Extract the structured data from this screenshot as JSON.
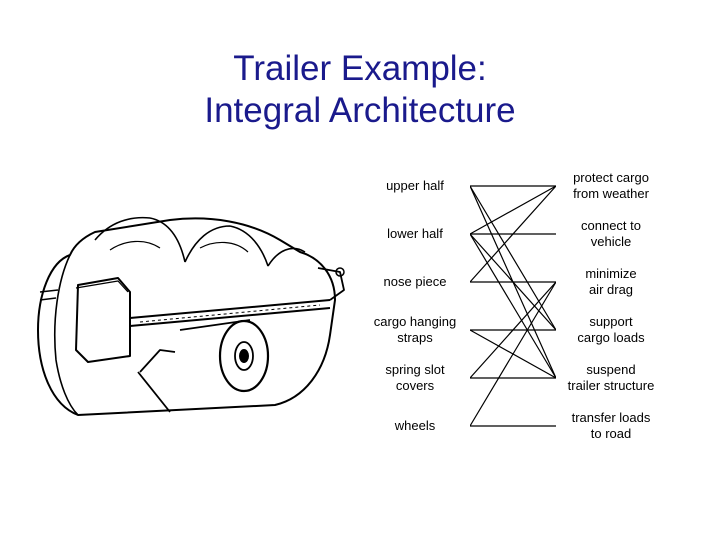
{
  "title": {
    "line1": "Trailer Example:",
    "line2": "Integral Architecture"
  },
  "components": [
    "upper half",
    "lower half",
    "nose piece",
    "cargo hanging\nstraps",
    "spring slot\ncovers",
    "wheels"
  ],
  "functions": [
    "protect cargo\nfrom weather",
    "connect to\nvehicle",
    "minimize\nair drag",
    "support\ncargo loads",
    "suspend\ntrailer structure",
    "transfer loads\nto road"
  ],
  "connections": [
    [
      0,
      0
    ],
    [
      0,
      3
    ],
    [
      0,
      4
    ],
    [
      1,
      1
    ],
    [
      1,
      0
    ],
    [
      1,
      3
    ],
    [
      1,
      4
    ],
    [
      2,
      0
    ],
    [
      2,
      2
    ],
    [
      3,
      3
    ],
    [
      3,
      4
    ],
    [
      4,
      2
    ],
    [
      4,
      4
    ],
    [
      5,
      2
    ],
    [
      5,
      5
    ]
  ],
  "colors": {
    "title": "#1a1a8c",
    "lines": "#000000"
  }
}
